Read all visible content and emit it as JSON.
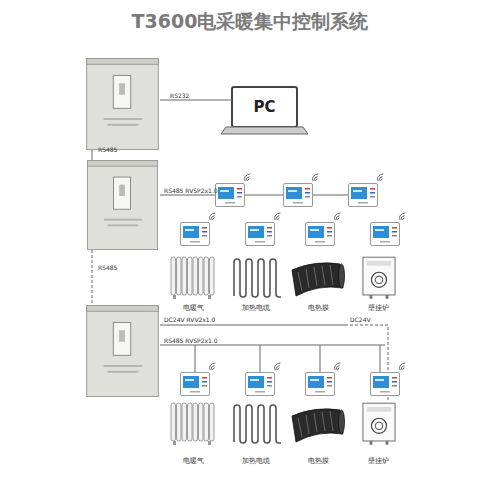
{
  "diagram": {
    "title": "T3600电采暖集中控制系统",
    "nodes": [
      {
        "text": [
          "PC"
        ]
      },
      {
        "text": [
          "电暖气"
        ]
      },
      {
        "text": [
          "加热电缆"
        ]
      },
      {
        "text": [
          "电热膜"
        ]
      },
      {
        "text": [
          "壁挂炉"
        ]
      },
      {
        "text": [
          "电暖气"
        ]
      },
      {
        "text": [
          "加热电缆"
        ]
      },
      {
        "text": [
          "电热膜"
        ]
      },
      {
        "text": [
          "壁挂炉"
        ]
      }
    ],
    "labels": [
      "RS232",
      "RS485",
      "RS485 RVSP2x1.0",
      "RS485",
      "DC24V RVV2x1.0",
      "RS485 RVSP2x1.0",
      "DC24V"
    ]
  }
}
